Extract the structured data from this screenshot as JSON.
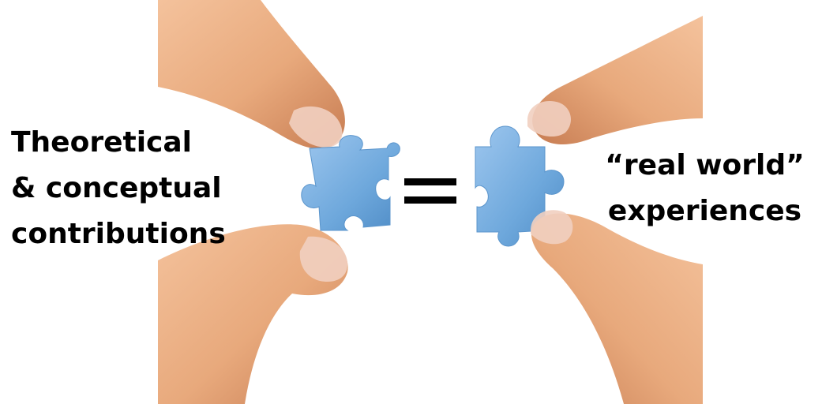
{
  "left_caption": {
    "line1": "Theoretical",
    "line2": "& conceptual",
    "line3": "contributions"
  },
  "right_caption": {
    "line1": "“real world”",
    "line2": "experiences"
  },
  "colors": {
    "skin": "#e8a97c",
    "skin_shadow": "#c77c52",
    "nail": "#f1cfc0",
    "puzzle_piece": "#6ea8dc",
    "puzzle_highlight": "#9dc6ee",
    "equals_sign": "#000000"
  }
}
